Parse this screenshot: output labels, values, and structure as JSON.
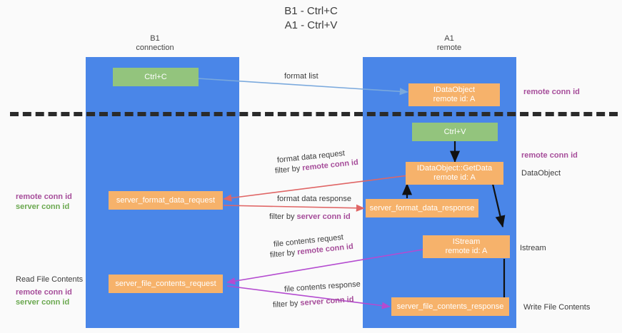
{
  "title": {
    "line1": "B1 - Ctrl+C",
    "line2": "A1 - Ctrl+V"
  },
  "columns": [
    {
      "name": "B1",
      "sub": "connection"
    },
    {
      "name": "A1",
      "sub": "remote"
    }
  ],
  "nodes": {
    "ctrl_c": {
      "label": "Ctrl+C"
    },
    "ctrl_v": {
      "label": "Ctrl+V"
    },
    "idataobject": {
      "line1": "IDataObject",
      "line2": "remote id: A"
    },
    "getdata": {
      "line1": "IDataObject::GetData",
      "line2": "remote id: A"
    },
    "istream": {
      "line1": "IStream",
      "line2": "remote id: A"
    },
    "server_format_data_request": {
      "label": "server_format_data_request"
    },
    "server_format_data_response": {
      "label": "server_format_data_response"
    },
    "server_file_contents_request": {
      "label": "server_file_contents_request"
    },
    "server_file_contents_response": {
      "label": "server_file_contents_response"
    }
  },
  "edges": {
    "format_list": "format list",
    "format_data_request": "format data request",
    "format_data_request_filter_pre": "filter by ",
    "format_data_request_filter_key": "remote conn id",
    "format_data_response": "format data response",
    "format_data_response_filter_pre": "filter by ",
    "format_data_response_filter_key": "server conn id",
    "file_contents_request": "file contents request",
    "file_contents_request_filter_pre": "filter by ",
    "file_contents_request_filter_key": "remote conn id",
    "file_contents_response": "file contents response",
    "file_contents_response_filter_pre": "filter by ",
    "file_contents_response_filter_key": "server conn id"
  },
  "annotations": {
    "right_remote_conn_id_top": "remote conn id",
    "right_remote_conn_id_mid": "remote conn id",
    "right_dataobject": "DataObject",
    "right_istream": "Istream",
    "right_write_file_contents": "Write File Contents",
    "left_remote_conn_id_mid": "remote conn id",
    "left_server_conn_id_mid": "server conn id",
    "left_read_file_contents": "Read File Contents",
    "left_remote_conn_id_bottom": "remote conn id",
    "left_server_conn_id_bottom": "server conn id"
  },
  "colors": {
    "lane": "#4a86e8",
    "node_orange": "#f6b26b",
    "node_green": "#93c47d",
    "arrow_blue": "#7aa9dd",
    "arrow_red": "#e06666",
    "arrow_purple": "#b44bd0",
    "arrow_black": "#111111",
    "accent_purple": "#a64d9a",
    "accent_green": "#6aa84f",
    "divider": "#2b2b2b"
  }
}
